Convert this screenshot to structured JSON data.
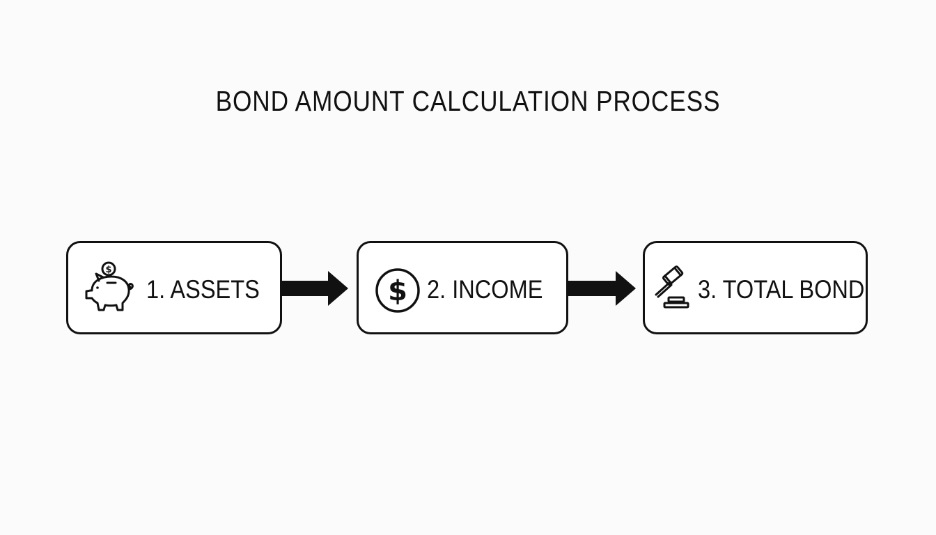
{
  "title": "BOND AMOUNT CALCULATION PROCESS",
  "steps": [
    {
      "label": "1. ASSETS",
      "icon": "piggy-bank-icon"
    },
    {
      "label": "2. INCOME",
      "icon": "dollar-coin-icon"
    },
    {
      "label": "3. TOTAL BOND",
      "icon": "gavel-icon"
    }
  ],
  "connectors": [
    {
      "from": "1. ASSETS",
      "to": "2. INCOME"
    },
    {
      "from": "2. INCOME",
      "to": "3. TOTAL BOND"
    }
  ],
  "colors": {
    "stroke": "#111111",
    "background": "#fbfbfb",
    "box_fill": "#ffffff"
  }
}
